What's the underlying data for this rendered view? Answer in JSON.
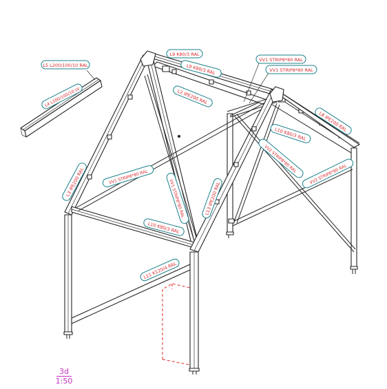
{
  "labels": {
    "l5": "L5  L200/100/10 RAL",
    "l4": "L4  L200/100/10 LV",
    "l9a": "L9  K80/3 RAL",
    "l9b": "L9  K80/3 RAL",
    "l2": "L2  IPE200 RAL",
    "vv1a": "VV1  STRIP8*80 RAL",
    "vv1b": "VV1  STRIP8*80 RAL",
    "l8": "L8  IPE200 RAL",
    "l10a": "L10  K80/3 RAL",
    "vv2a": "VV2  STRIP8*80 RAL",
    "vv2b": "VV2  STRIP8*80 RAL",
    "l3": "L3  IPE200 RAL",
    "vv1c": "VV1  STRIP8*80 RAL",
    "vv1d": "VV1  STRIP8*80 RAL",
    "l13": "L13  IPE200 RAL",
    "l10b": "L10  K80/3 RAL",
    "l11": "L11  K120/4 RAL"
  },
  "scale": {
    "view": "3d",
    "ratio": "1:50"
  },
  "colors": {
    "tag_border": "#19808a",
    "tag_text": "#d8282e",
    "scale": "#c433c4",
    "dashed": "#e02a2a"
  }
}
